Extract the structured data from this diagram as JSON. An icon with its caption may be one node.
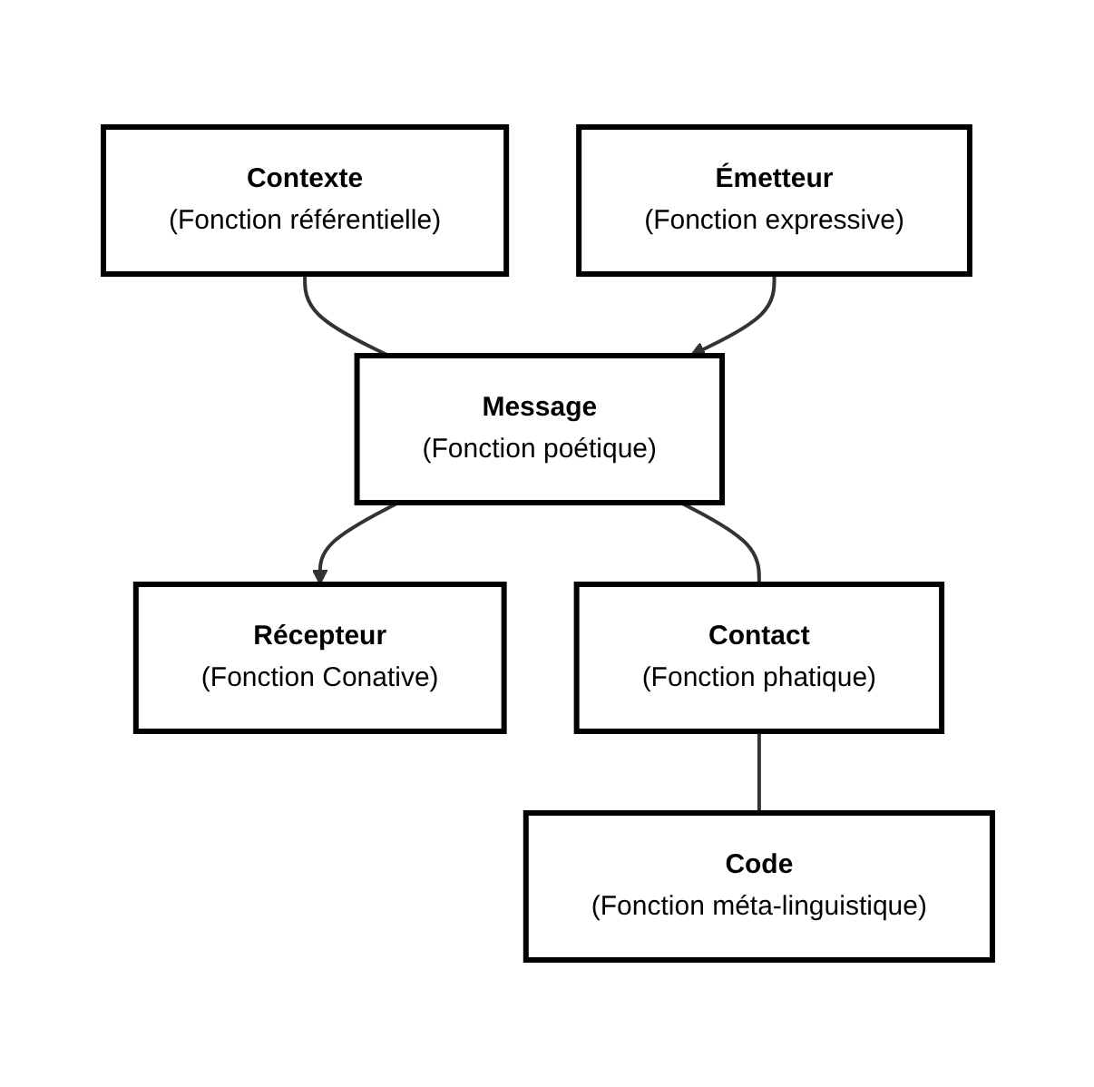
{
  "diagram": {
    "nodes": [
      {
        "text": [
          "Contexte",
          "(Fonction référentielle)"
        ]
      },
      {
        "text": [
          "Émetteur",
          "(Fonction expressive)"
        ]
      },
      {
        "text": [
          "Message",
          "(Fonction poétique)"
        ]
      },
      {
        "text": [
          "Récepteur",
          "(Fonction Conative)"
        ]
      },
      {
        "text": [
          "Contact",
          "(Fonction phatique)"
        ]
      },
      {
        "text": [
          "Code",
          "(Fonction méta-linguistique)"
        ]
      }
    ],
    "edges": [
      {
        "from": 0,
        "to": 2,
        "arrow": "none"
      },
      {
        "from": 1,
        "to": 2,
        "arrow": "to"
      },
      {
        "from": 2,
        "to": 3,
        "arrow": "to"
      },
      {
        "from": 2,
        "to": 4,
        "arrow": "none"
      },
      {
        "from": 4,
        "to": 5,
        "arrow": "none"
      }
    ]
  }
}
